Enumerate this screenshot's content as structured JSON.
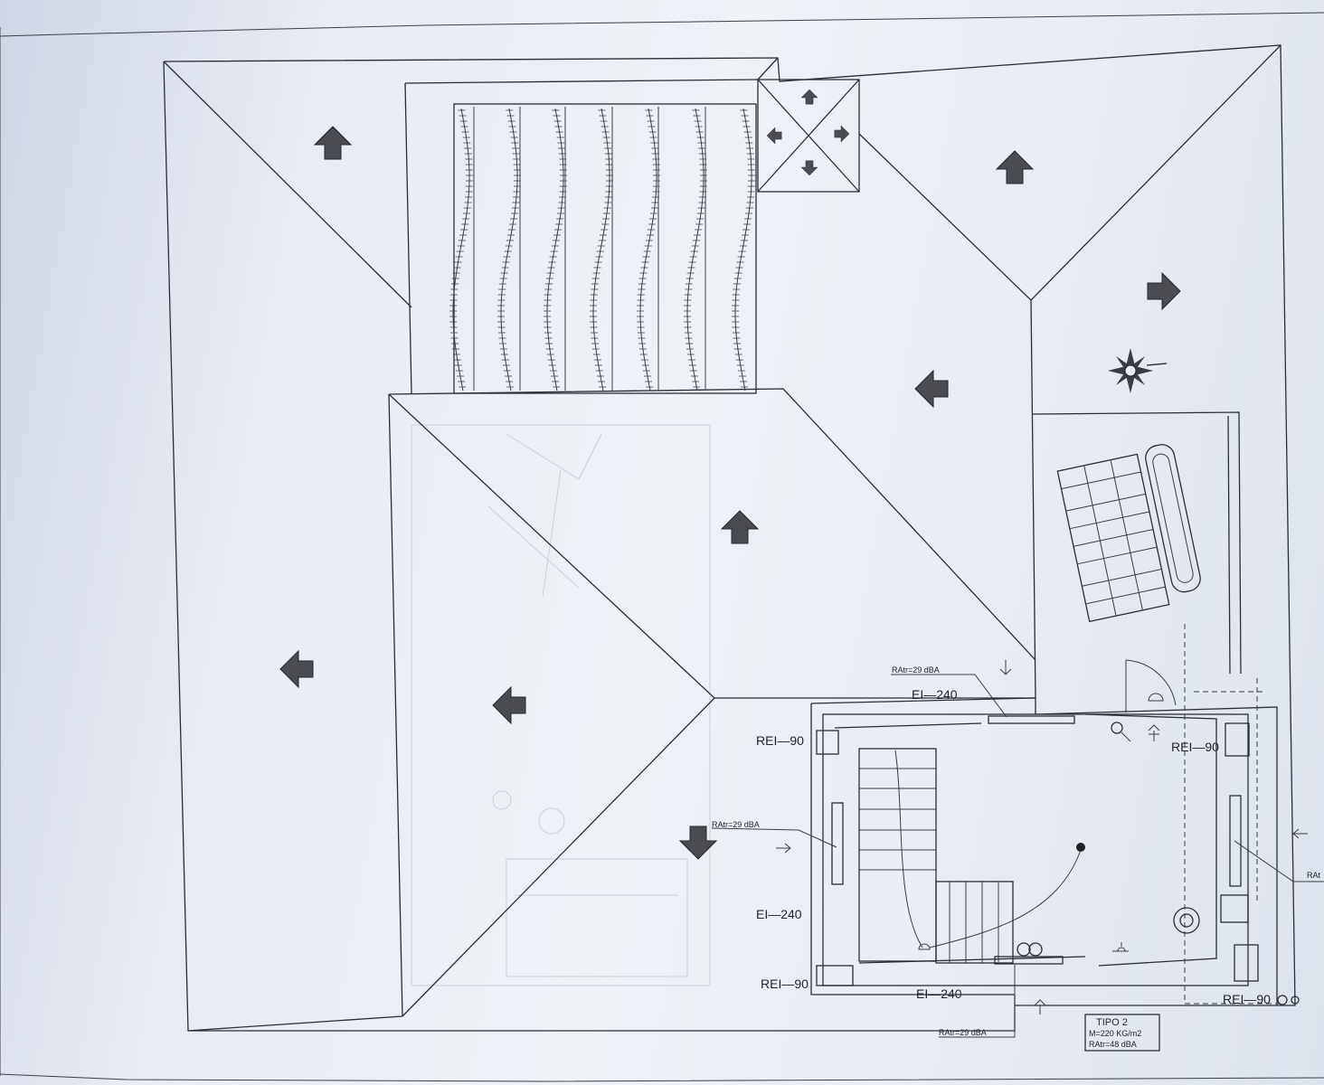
{
  "colors": {
    "line": "#2a2d35",
    "paper": "#eef1f6",
    "arrow": "#4a4c52"
  },
  "labels": {
    "rei_top_left": "REI—90",
    "rei_top_right": "REI—90",
    "rei_bottom_left": "REI—90",
    "rei_bottom_right": "REI—90",
    "ei_top": "EI—240",
    "ei_left": "EI—240",
    "ei_bottom": "EI—240",
    "ratr_top": "RAtr=29 dBA",
    "ratr_left": "RAtr=29 dBA",
    "ratr_bottom": "RAtr=29 dBA",
    "ratr_right_cut": "RAt"
  },
  "legend": {
    "line1": "TIPO 2",
    "line2": "M=220 KG/m2",
    "line3": "RAtr=48 dBA"
  },
  "icons": {
    "slope_arrows": "roof-slope-arrow",
    "compass": "north-compass-icon"
  }
}
